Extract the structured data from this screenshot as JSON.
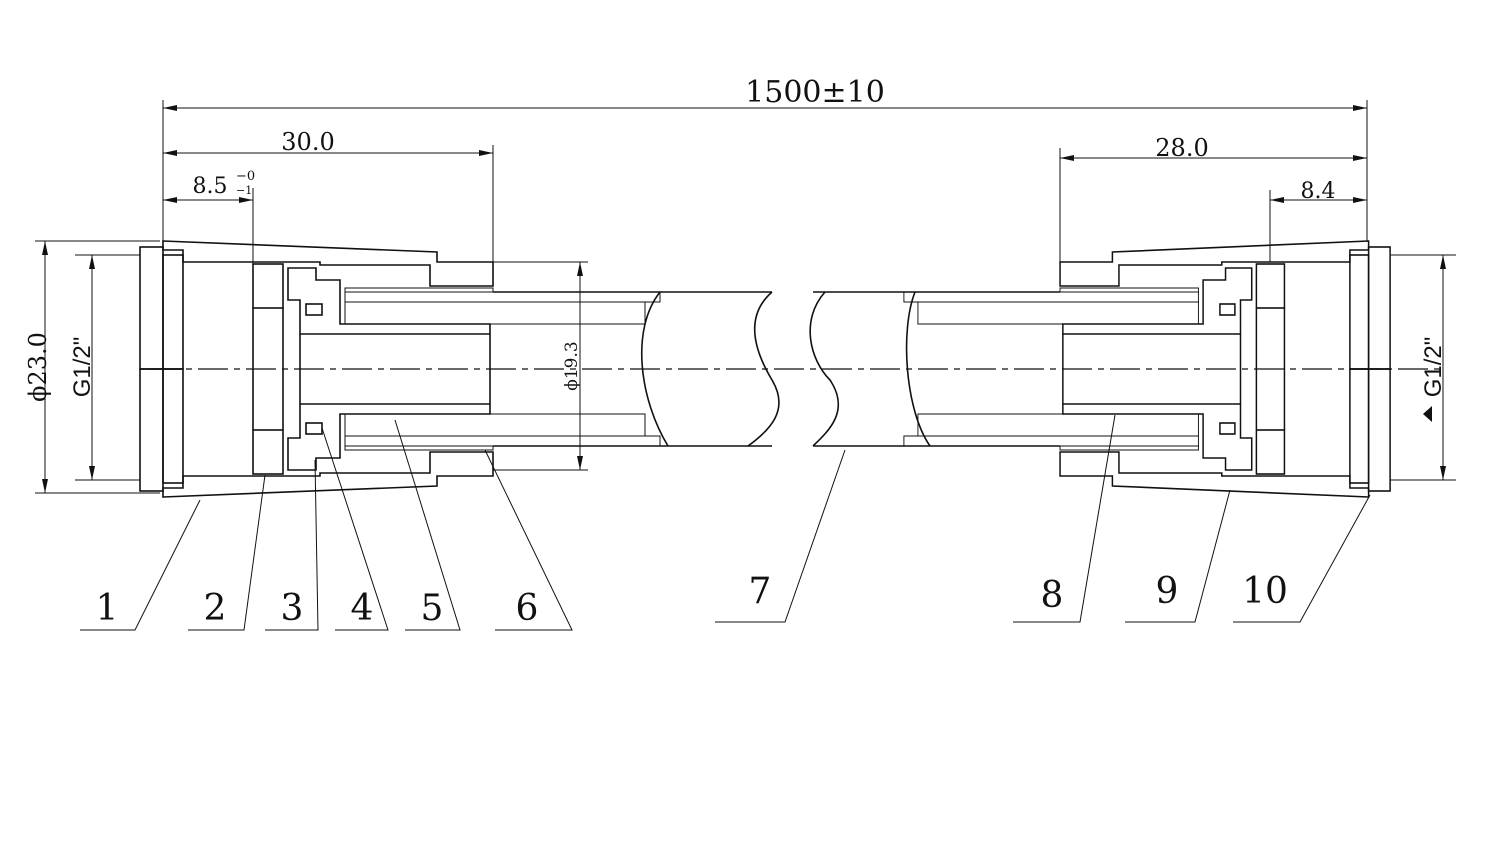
{
  "drawing": {
    "overall_length": "1500±10",
    "left_fitting": {
      "length": "30.0",
      "thread_depth": "8.5",
      "thread_tol": "−0",
      "tol_lower": "−1",
      "outer_diameter": "ϕ23.0",
      "thread": "G1/2\"",
      "hose_diameter": "ϕ19.3"
    },
    "right_fitting": {
      "length": "28.0",
      "thread_depth": "8.4",
      "thread": "G1/2\""
    },
    "balloons": [
      "1",
      "2",
      "3",
      "4",
      "5",
      "6",
      "7",
      "8",
      "9",
      "10"
    ]
  },
  "colors": {
    "line": "#111111",
    "background": "#ffffff"
  }
}
